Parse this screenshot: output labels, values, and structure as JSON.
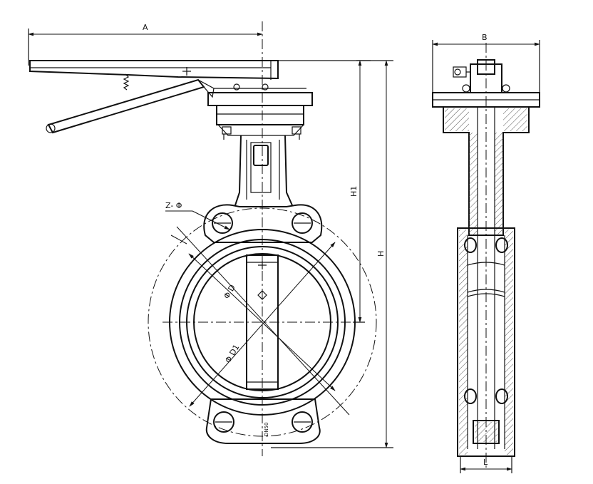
{
  "drawing": {
    "labels": {
      "A": "A",
      "B": "B",
      "H": "H",
      "H1": "H1",
      "L": "L",
      "ZPhi": "Z- Φ",
      "PhiD": "Φ D",
      "PhiD1": "Φ D1",
      "body_mark": "DN50"
    }
  }
}
